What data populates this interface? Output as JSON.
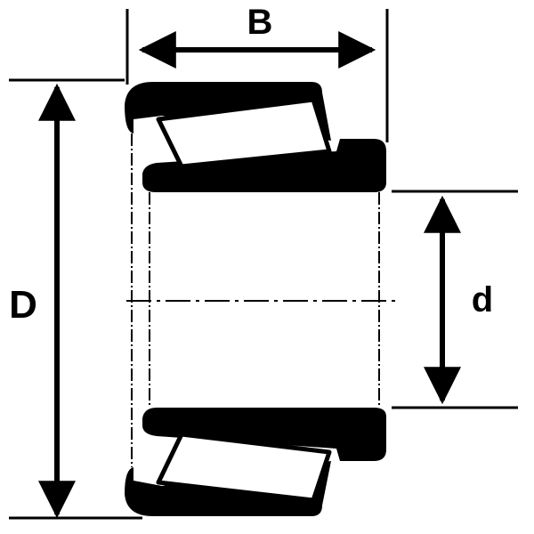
{
  "labels": {
    "width": "B",
    "outer_diameter": "D",
    "bore_diameter": "d"
  },
  "colors": {
    "ink": "#000000",
    "paper": "#ffffff"
  }
}
